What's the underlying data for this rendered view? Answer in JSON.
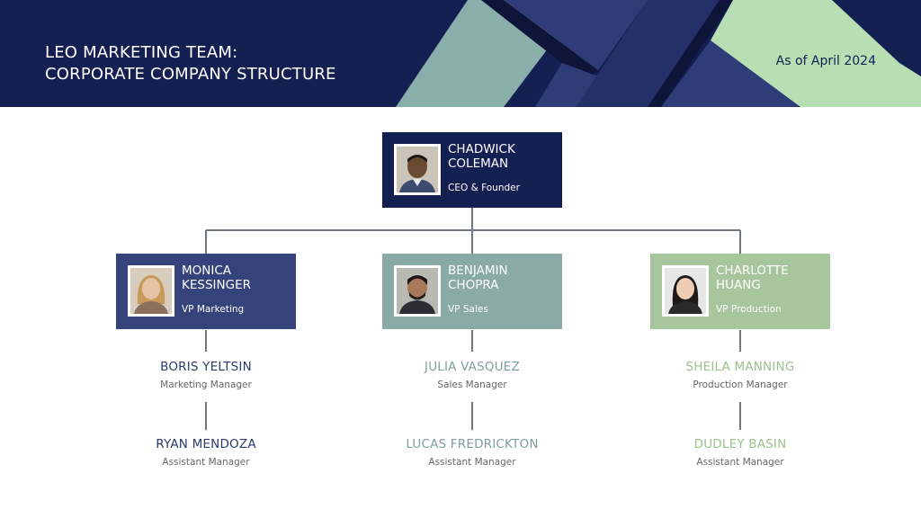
{
  "header": {
    "title_line1": "LEO MARKETING TEAM:",
    "title_line2": "CORPORATE COMPANY STRUCTURE",
    "date": "As of April 2024"
  },
  "colors": {
    "navy": "#142052",
    "blue": "#34437a",
    "teal": "#8aaaa8",
    "green": "#a8c69d"
  },
  "ceo": {
    "name": "CHADWICK COLEMAN",
    "role": "CEO & Founder"
  },
  "vps": [
    {
      "name": "MONICA KESSINGER",
      "role": "VP Marketing"
    },
    {
      "name": "BENJAMIN CHOPRA",
      "role": "VP Sales"
    },
    {
      "name": "CHARLOTTE HUANG",
      "role": "VP Production"
    }
  ],
  "managers": [
    {
      "name": "BORIS YELTSIN",
      "role": "Marketing Manager"
    },
    {
      "name": "JULIA VASQUEZ",
      "role": "Sales Manager"
    },
    {
      "name": "SHEILA MANNING",
      "role": "Production Manager"
    }
  ],
  "assistants": [
    {
      "name": "RYAN MENDOZA",
      "role": "Assistant Manager"
    },
    {
      "name": "LUCAS FREDRICKTON",
      "role": "Assistant Manager"
    },
    {
      "name": "DUDLEY BASIN",
      "role": "Assistant Manager"
    }
  ]
}
